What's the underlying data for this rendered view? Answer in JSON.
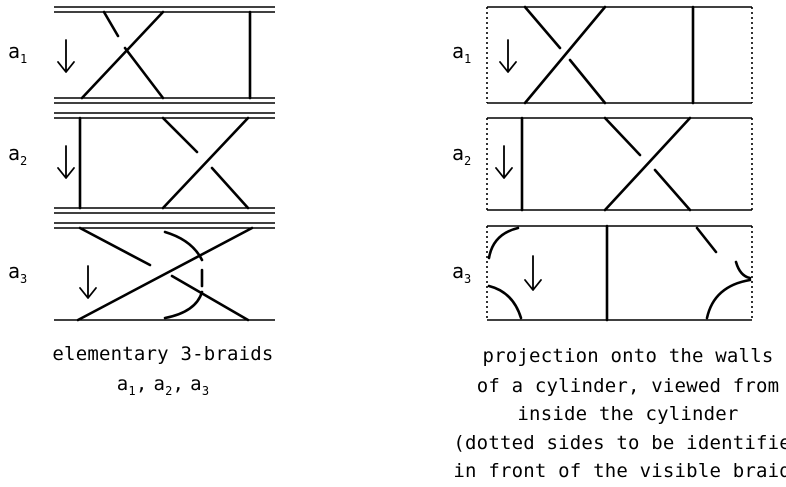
{
  "left_panel": {
    "braid_labels": [
      {
        "base": "a",
        "sub": "1"
      },
      {
        "base": "a",
        "sub": "2"
      },
      {
        "base": "a",
        "sub": "3"
      }
    ],
    "caption_line1": "elementary 3-braids",
    "caption_line2": {
      "a1": {
        "base": "a",
        "sub": "1"
      },
      "a2": {
        "base": "a",
        "sub": "2"
      },
      "a3": {
        "base": "a",
        "sub": "3"
      },
      "sep": ","
    }
  },
  "right_panel": {
    "braid_labels": [
      {
        "base": "a",
        "sub": "1"
      },
      {
        "base": "a",
        "sub": "2"
      },
      {
        "base": "a",
        "sub": "3"
      }
    ],
    "caption_lines": [
      "projection onto the walls",
      "of a cylinder, viewed from",
      "inside the cylinder",
      "(dotted sides to be identified",
      "in front of the visible braid)"
    ]
  },
  "icons": {
    "direction_arrow": "down-arrow-icon"
  }
}
